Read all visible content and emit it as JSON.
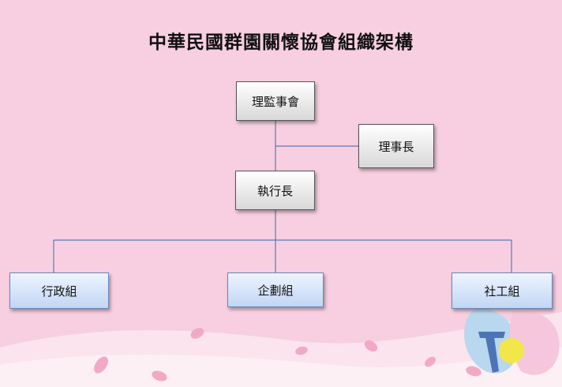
{
  "title": "中華民國群園關懷協會組織架構",
  "nodes": {
    "board": "理監事會",
    "chairman": "理事長",
    "executive": "執行長",
    "admin_group": "行政組",
    "planning_group": "企劃組",
    "social_group": "社工組"
  },
  "colors": {
    "background": "#f7cfe0",
    "connector": "#5b79b8",
    "box_gray_top": "#ffffff",
    "box_gray_bottom": "#d8d8d8",
    "box_blue_top": "#eef4ff",
    "box_blue_bottom": "#c2d6f4"
  },
  "decorations": [
    "pink-petal-wave",
    "mascot-logo"
  ]
}
